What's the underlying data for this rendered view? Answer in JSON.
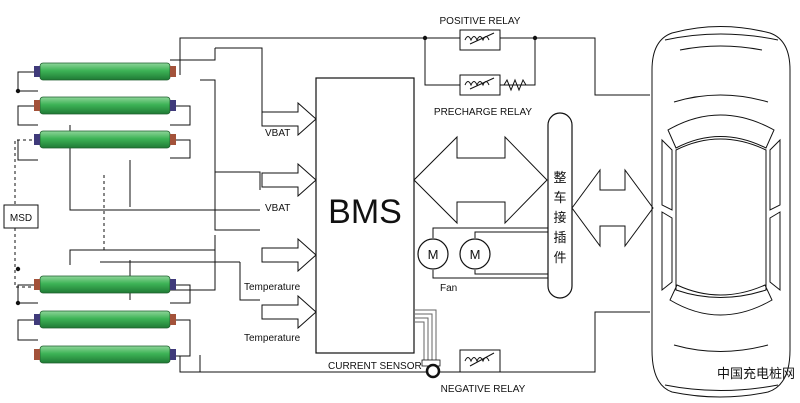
{
  "labels": {
    "bms": "BMS",
    "vbat_1": "VBAT",
    "vbat_2": "VBAT",
    "temperature_1": "Temperature",
    "temperature_2": "Temperature",
    "current_sensor": "CURRENT SENSOR",
    "positive_relay": "POSITIVE RELAY",
    "precharge_relay": "PRECHARGE RELAY",
    "negative_relay": "NEGATIVE RELAY",
    "msd": "MSD",
    "fan": "Fan",
    "motor_1": "M",
    "motor_2": "M",
    "connector_chars": [
      "整",
      "车",
      "接",
      "插",
      "件"
    ],
    "watermark": "中国充电桩网"
  },
  "colors": {
    "cell_green": "#3db356",
    "cell_dark": "#1f7a35",
    "terminal_purple": "#3f3a7a",
    "terminal_copper": "#a3523a",
    "line": "#111111",
    "wire": "#777777"
  }
}
